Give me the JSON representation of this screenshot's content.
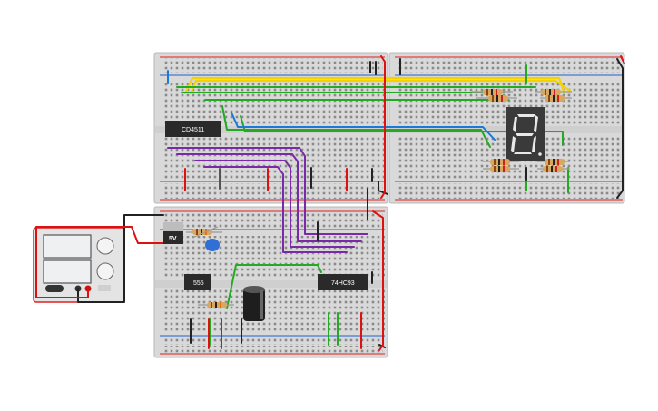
{
  "chips": {
    "decoder": "CD4511",
    "timer": "555",
    "counter": "74HC93"
  },
  "regulator_label": "5V",
  "colors": {
    "board": "#dcdcdc",
    "rail_red": "#e02020",
    "rail_blue": "#2060d0",
    "wire_yellow": "#f2d200",
    "wire_green": "#22aa22",
    "wire_purple": "#7a2aa8",
    "wire_black": "#222222",
    "wire_red": "#dd1111",
    "wire_blue": "#1a7ad9",
    "chip": "#2a2a2a",
    "display": "#3a3a3a",
    "segment": "#e8e8e8"
  },
  "icons": {
    "power_supply": "bench-power-supply-icon",
    "seven_segment": "seven-segment-display-icon",
    "capacitor": "capacitor-icon",
    "ceramic_capacitor": "ceramic-capacitor-icon"
  }
}
